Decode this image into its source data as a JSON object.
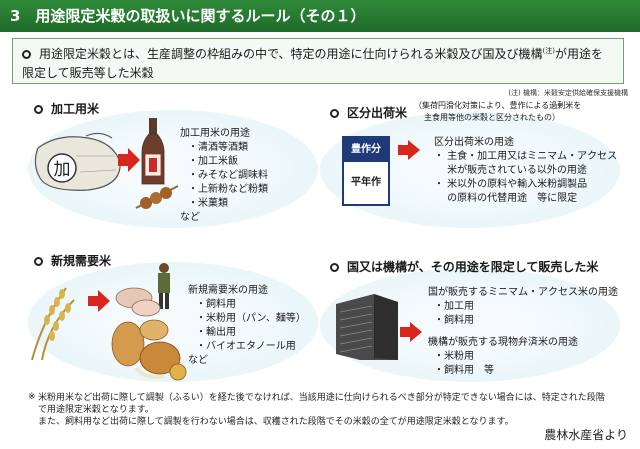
{
  "header": {
    "title": "3　用途限定米穀の取扱いに関するルール（その１）"
  },
  "definition": {
    "line1": "用途限定米穀とは、生産調整の枠組みの中で、特定の用途に仕向けられる米穀及び国及び機構",
    "note_mark": "(注)",
    "line1_end": "が用途を",
    "line2": "限定して販売等した米穀"
  },
  "note": "(注) 機構：米穀安定供給確保支援機構",
  "sections": {
    "kakou": {
      "title": "加工用米",
      "bag_char": "加",
      "list_title": "加工用米の用途",
      "items": [
        "・清酒等酒類",
        "・加工米飯",
        "・みそなど調味料",
        "・上新粉など粉類",
        "・米菓類",
        "など"
      ]
    },
    "kubun": {
      "title": "区分出荷米",
      "subtitle1": "（集荷円滑化対策により、豊作による過剰米を",
      "subtitle2": "主食用等他の米穀と区分されたもの）",
      "box1": "豊作分",
      "box2": "平年作",
      "list_title": "区分出荷米の用途",
      "items": [
        "・ 主食・加工用又はミニマム・アクセス",
        "　 米が販売されている以外の用途",
        "・ 米以外の原料や輸入米粉調製品",
        "　 の原料の代替用途　等に限定"
      ]
    },
    "shinki": {
      "title": "新規需要米",
      "list_title": "新規需要米の用途",
      "items": [
        "・飼料用",
        "・米粉用（パン、麺等）",
        "・輸出用",
        "・バイオエタノール用",
        "など"
      ]
    },
    "kuni": {
      "title": "国又は機構が、その用途を限定して販売した米",
      "list1_title": "国が販売するミニマム・アクセス米の用途",
      "list1_items": [
        "・加工用",
        "・飼料用"
      ],
      "list2_title": "機構が販売する現物弁済米の用途",
      "list2_items": [
        "・米粉用",
        "・飼料用　等"
      ]
    }
  },
  "footnote": {
    "mark": "※",
    "line1": "米粉用米など出荷に際して調製（ふるい）を経た後でなければ、当該用途に仕向けられるべき部分が特定できない場合には、特定された段階",
    "line2": "で用途限定米穀となります。",
    "line3": "また、飼料用など出荷に際して調製を行わない場合は、収穫された段階でその米穀の全てが用途限定米穀となります。"
  },
  "credit": "農林水産省より",
  "colors": {
    "header_green": "#1f6b2a",
    "arrow_red": "#d9261c"
  }
}
